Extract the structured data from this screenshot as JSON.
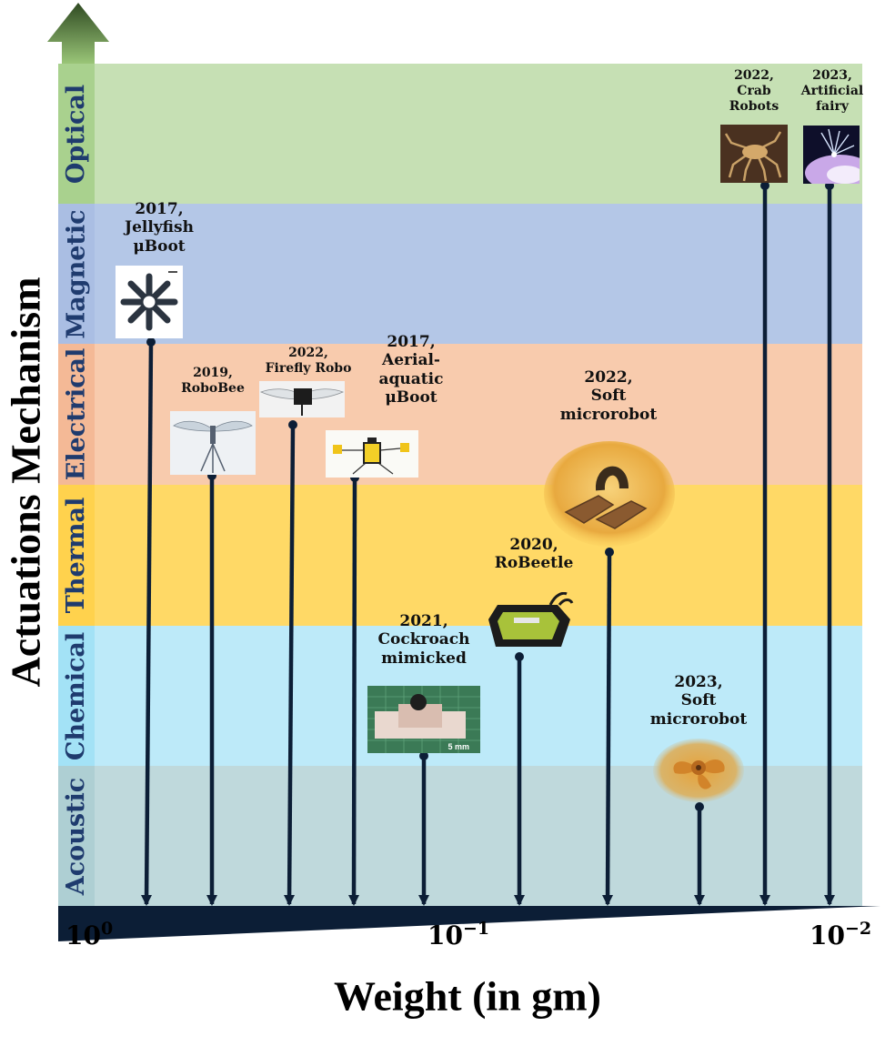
{
  "axes": {
    "y_title": "Actuations Mechanism",
    "x_title": "Weight (in gm)",
    "x_ticks": [
      {
        "base": "10",
        "exp": "0"
      },
      {
        "base": "10",
        "exp": "−1"
      },
      {
        "base": "10",
        "exp": "−2"
      }
    ]
  },
  "bands": [
    {
      "label": "Optical",
      "color": "#c6e0b4",
      "label_bg": "#a9d18e"
    },
    {
      "label": "Magnetic",
      "color": "#b4c7e7",
      "label_bg": "#aabee3"
    },
    {
      "label": "Electrical",
      "color": "#f8cbad",
      "label_bg": "#f4b996"
    },
    {
      "label": "Thermal",
      "color": "#ffd966",
      "label_bg": "#ffd24d"
    },
    {
      "label": "Chemical",
      "color": "#bdeaf9",
      "label_bg": "#a3e2f6"
    },
    {
      "label": "Acoustic",
      "color": "#bfd9dc",
      "label_bg": "#aecfd3"
    }
  ],
  "robots": [
    {
      "year": "2017,",
      "name": "Jellyfish μBoot",
      "band": "Magnetic",
      "lines": [
        "2017,",
        "Jellyfish",
        "μBoot"
      ],
      "image": "jellyfish-photo"
    },
    {
      "year": "2019,",
      "name": "RoboBee",
      "band": "Electrical",
      "lines": [
        "2019,",
        "RoboBee"
      ],
      "image": "robobee-photo"
    },
    {
      "year": "2022,",
      "name": "Firefly Robo",
      "band": "Electrical",
      "lines": [
        "2022,",
        "Firefly Robo"
      ],
      "image": "firefly-photo"
    },
    {
      "year": "2017,",
      "name": "Aerial-aquatic μBoot",
      "band": "Electrical",
      "lines": [
        "2017,",
        "Aerial-",
        "aquatic",
        "μBoot"
      ],
      "image": "aerial-aquatic-photo"
    },
    {
      "year": "2021,",
      "name": "Cockroach mimicked",
      "band": "Chemical",
      "lines": [
        "2021,",
        "Cockroach",
        "mimicked"
      ],
      "image": "cockroach-photo",
      "scale_text": "5 mm"
    },
    {
      "year": "2020,",
      "name": "RoBeetle",
      "band": "Thermal",
      "lines": [
        "2020,",
        "RoBeetle"
      ],
      "image": "robeetle-photo"
    },
    {
      "year": "2022,",
      "name": "Soft microrobot",
      "band": "Electrical",
      "lines": [
        "2022,",
        "Soft",
        "microrobot"
      ],
      "image": "soft-microrobot-2022-photo"
    },
    {
      "year": "2023,",
      "name": "Soft microrobot",
      "band": "Chemical",
      "lines": [
        "2023,",
        "Soft",
        "microrobot"
      ],
      "image": "soft-microrobot-2023-photo"
    },
    {
      "year": "2022,",
      "name": "Crab Robots",
      "band": "Optical",
      "lines": [
        "2022,",
        "Crab",
        "Robots"
      ],
      "image": "crab-photo"
    },
    {
      "year": "2023,",
      "name": "Artificial fairy",
      "band": "Optical",
      "lines": [
        "2023,",
        "Artificial",
        "fairy"
      ],
      "image": "fairy-photo"
    }
  ],
  "colors": {
    "arrow_head": "#3b5a2e",
    "axis_bar": "#0c1e36",
    "stem": "#0c1e36"
  }
}
